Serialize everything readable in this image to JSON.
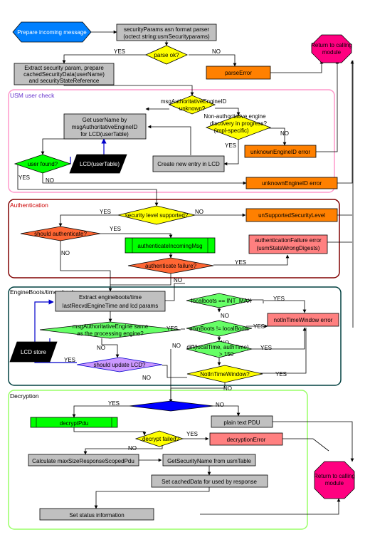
{
  "sections": {
    "usm": "USM user check",
    "auth": "Authentication",
    "eb": "EngineBoots/time check",
    "dec": "Decryption"
  },
  "nodes": {
    "prepare": "Prepare incoming message",
    "parser1": "securityParams asn format parser",
    "parser2": "(octect string:usmSecurityparams)",
    "parse_ok": "parse ok?",
    "return1a": "Return to calling",
    "return1b": "module",
    "parse_error": "parseError",
    "extract1": "Extract security param, prepare",
    "extract2": "cachedSecurityData(userName)",
    "extract3": "and securityStateReference",
    "msgauth1": "msgAuthoritativeEngineID",
    "msgauth2": "unknown?",
    "getuser1": "Get userName by",
    "getuser2": "msgAuthoritativeEngineID",
    "getuser3": "for LCD(userTable)",
    "nonauth1": "Non-authoritative engine",
    "nonauth2": "discovery in progress?",
    "nonauth3": "(impl-specific)",
    "user_found": "user found?",
    "lcd_usertable": "LCD(userTable)",
    "create_entry": "Create new entry in LCD",
    "unknown_engine1": "unknownEngineID error",
    "unknown_engine2": "unknownEngineID error",
    "sec_level": "security level supported?",
    "unsupported": "unSupportedSecurityLevel",
    "should_auth": "should authenticate?",
    "auth_incoming": "authenticateIncomingMsg",
    "auth_fail_err1": "authenticationFailure error",
    "auth_fail_err2": "(usmStatsWrongDigests)",
    "auth_failure": "authenticate failure?",
    "extract_eb1": "Extract engineboots/time",
    "extract_eb2": "lastRecvdEngineTime and lcd params",
    "localboots": "localboots == INT_MAX",
    "msgauth_same1": "msgAuthoritativeEngine same",
    "msgauth_same2": "as the  processing engine?",
    "eng_boots": "eoinBoots != localBoots",
    "not_in_window_err": "notInTimeWindow error",
    "lcd_store": "LCD store",
    "diff1": "diff(localTime, authTime)",
    "diff2": "> 150",
    "should_update": "should update LCD?",
    "not_in_window_q": "NotInTimeWindow?",
    "decrypt_pdu": "decryptPdu",
    "plain_text": "plain text PDU",
    "decrypt_failed": "decrypt failed?",
    "decryption_error": "decryptionError",
    "calc_max": "Calculate maxSizeResponseScopedPdu",
    "get_secname": "GetSecurityName from usmTable",
    "set_cached": "Set cachedData for used by response",
    "return2a": "Return to calling",
    "return2b": "module",
    "set_status": "Set status information"
  },
  "edge_labels": {
    "parse_yes": "YES",
    "parse_no": "NO",
    "nonauth_no": "NO",
    "nonauth_yes": "YES",
    "userfound_yes": "YES",
    "userfound_no": "NO",
    "seclevel_yes": "YES",
    "seclevel_no": "NO",
    "shouldauth_yes": "YES",
    "shouldauth_no": "NO",
    "authfail_yes": "YES",
    "authfail_no": "NO",
    "localboots_yes": "YES",
    "localboots_no": "NO",
    "engboots_yes": "YES",
    "engboots_no": "NO",
    "msgsame_yes": "YES",
    "msgsame_no": "NO",
    "update_yes": "YES",
    "update_no": "NO",
    "diff_yes": "YES",
    "diff_no": "NO",
    "notwin_yes": "YES",
    "notwin_no": "NO",
    "decrypt_yes": "YES",
    "decrypt_no": "NO",
    "decfail_yes": "YES",
    "decfail_no": "NO"
  },
  "colors": {
    "process": "#c0c0c0",
    "decision": "#ffff00",
    "error": "#ff8000",
    "auth_error": "#ff8080",
    "return": "#ff0080",
    "start": "#0080ff",
    "store": "#000000",
    "green_decision": "#66ff66",
    "green_process": "#00ff00",
    "blue_decision": "#0000ff",
    "orange_decision": "#ff6633",
    "usm_border": "#ff99cc",
    "auth_border": "#800000",
    "eb_border": "#004040",
    "dec_border": "#99ff66"
  }
}
